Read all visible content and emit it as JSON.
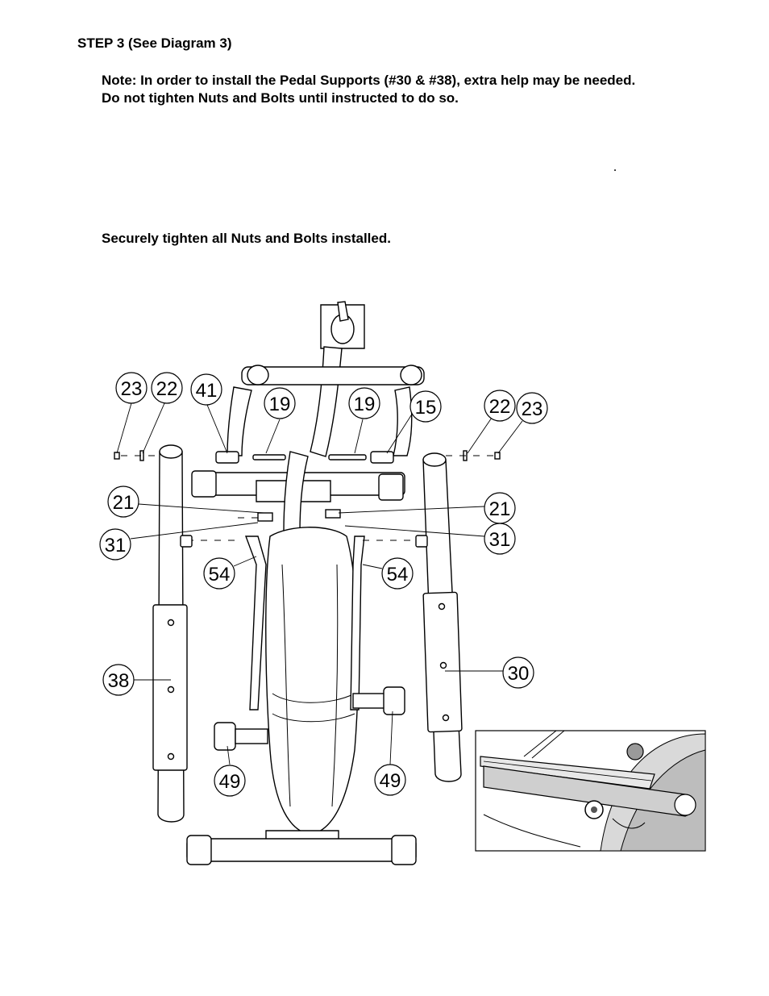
{
  "heading": "STEP 3 (See Diagram 3)",
  "note_line_1": "Note: In order to install the Pedal Supports (#30 & #38), extra help may be needed.",
  "note_line_2": "Do not tighten Nuts and Bolts until instructed to do so.",
  "tighten_text": "Securely tighten all Nuts and Bolts installed.",
  "callouts": {
    "c23_left": "23",
    "c22_left": "22",
    "c41": "41",
    "c19_left": "19",
    "c19_right": "19",
    "c15": "15",
    "c22_right": "22",
    "c23_right": "23",
    "c21_left": "21",
    "c21_right": "21",
    "c31_left": "31",
    "c31_right": "31",
    "c54_left": "54",
    "c54_right": "54",
    "c38": "38",
    "c30": "30",
    "c49_left": "49",
    "c49_right": "49"
  }
}
